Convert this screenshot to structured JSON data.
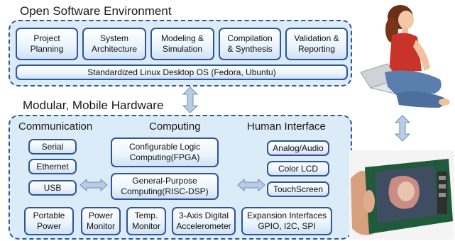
{
  "software": {
    "title": "Open Software Environment",
    "boxes": [
      "Project\nPlanning",
      "System\nArchitecture",
      "Modeling &\nSimulation",
      "Compilation\n& Synthesis",
      "Validation &\nReporting"
    ],
    "os_bar": "Standardized Linux Desktop OS (Fedora, Ubuntu)"
  },
  "hardware": {
    "title": "Modular, Mobile Hardware",
    "communication": {
      "label": "Communication",
      "items": [
        "Serial",
        "Ethernet",
        "USB"
      ]
    },
    "computing": {
      "label": "Computing",
      "fpga": "Configurable Logic\nComputing(FPGA)",
      "risc": "General-Purpose\nComputing(RISC-DSP)"
    },
    "human_interface": {
      "label": "Human Interface",
      "items": [
        "Analog/Audio",
        "Color LCD",
        "TouchScreen"
      ]
    },
    "bottom": [
      "Portable\nPower",
      "Power\nMonitor",
      "Temp.\nMonitor",
      "3-Axis Digital\nAccelerometer",
      "Expansion Interfaces\nGPIO, I2C, SPI"
    ]
  },
  "colors": {
    "panel_fill": "#dcebf8",
    "panel_border": "#2f5597",
    "arrow_fill": "#b8cde4"
  },
  "images": [
    "woman-with-laptop-photo",
    "handheld-device-photo"
  ]
}
